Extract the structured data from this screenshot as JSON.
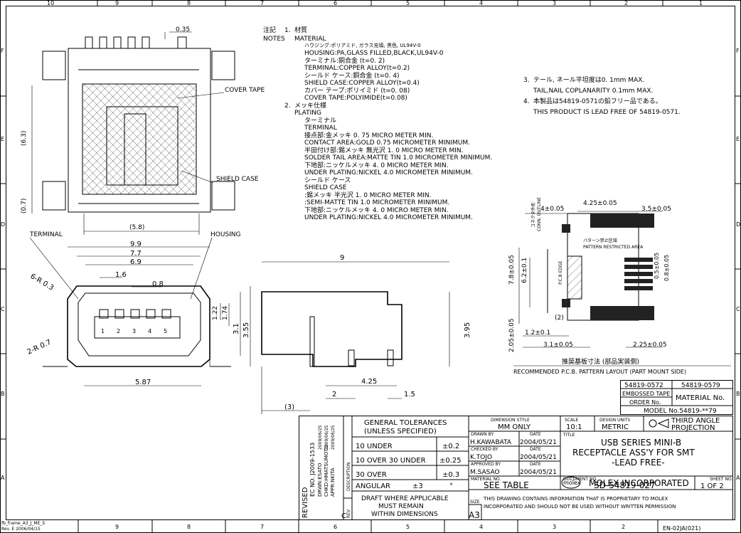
{
  "frame": {
    "cols_top": [
      "10",
      "9",
      "8",
      "7",
      "6",
      "5",
      "4",
      "3",
      "2",
      "1"
    ],
    "rows": [
      "F",
      "E",
      "D",
      "C",
      "B",
      "A"
    ],
    "frame_id": "fb_frame_A3_J_ME_S",
    "frame_rev": "Rev. E 2006/04/15",
    "form_no": "EN-02JA(021)"
  },
  "notes": {
    "header_jp": "注記",
    "header_en": "NOTES",
    "n1_num": "1.",
    "n1_jp": "材質",
    "n1_en": "MATERIAL",
    "n1_lines": [
      "ハウジング:ポリアミド, ガラス充填, 黒色, UL94V-0",
      "HOUSING:PA,GLASS FILLED,BLACK,UL94V-0",
      "ターミナル:銅合金 (t=0. 2)",
      "TERMINAL:COPPER ALLOY(t=0.2)",
      "シールド ケース:銅合金 (t=0. 4)",
      "SHIELD CASE:COPPER ALLOY(t=0.4)",
      "カバー テープ:ポリイミド (t=0. 08)",
      "COVER TAPE:POLYIMIDE(t=0.08)"
    ],
    "n2_num": "2.",
    "n2_jp": "メッキ仕様",
    "n2_en": "PLATING",
    "n2_lines": [
      "ターミナル",
      "TERMINAL",
      "接点部:金メッキ 0. 75 MICRO METER MIN.",
      "CONTACT AREA:GOLD 0.75 MICROMETER MINIMUM.",
      "半田付け部:錫メッキ 無光沢 1. 0 MICRO METER MIN.",
      "SOLDER TAIL AREA:MATTE TIN 1.0 MICROMETER MINIMUM.",
      "下地部:ニッケルメッキ 4. 0 MICRO METER MIN.",
      "UNDER PLATING:NICKEL 4.0 MICROMETER MINIMUM.",
      "シールド ケース",
      "SHIELD CASE",
      ":錫メッキ 半光沢 1. 0 MICRO METER MIN.",
      ":SEMI-MATTE TIN 1.0 MICROMETER MINIMUM.",
      "下地部:ニッケルメッキ 4. 0 MICRO METER MIN.",
      "UNDER PLATING:NICKEL 4.0 MICROMETER MINIMUM."
    ],
    "n3_num": "3.",
    "n3_jp": "テール, ネール平坦度は0. 1mm MAX.",
    "n3_en": "TAIL,NAIL COPLANARITY 0.1mm MAX.",
    "n4_num": "4.",
    "n4_jp": "本製品は54819-0571の鉛フリー品である。",
    "n4_en": "THIS PRODUCT IS LEAD FREE OF 54819-0571."
  },
  "top_view": {
    "dim_035": "0.35",
    "dim_63": "(6.3)",
    "dim_07": "(0.7)",
    "dim_58": "(5.8)",
    "label_cover_tape": "COVER TAPE",
    "label_shield_case": "SHIELD CASE"
  },
  "front_view": {
    "label_terminal": "TERMINAL",
    "label_housing": "HOUSING",
    "dim_99": "9.9",
    "dim_77": "7.7",
    "dim_69": "6.9",
    "dim_16": "1.6",
    "dim_08": "0.8",
    "dim_6r": "6-R 0.3",
    "dim_2r": "2-R 0.7",
    "dim_122": "1.22",
    "dim_174": "1.74",
    "dim_31": "3.1",
    "dim_355": "3.55",
    "dim_587": "5.87",
    "pins": [
      "1",
      "2",
      "3",
      "4",
      "5"
    ]
  },
  "side_view": {
    "dim_9": "9",
    "dim_395": "3.95",
    "dim_425": "4.25",
    "dim_2": "2",
    "dim_15": "1.5",
    "dim_3": "(3)"
  },
  "pcb_layout": {
    "dim_4": "4±0.05",
    "dim_425": "4.25±0.05",
    "dim_35": "3.5±0.05",
    "dim_78": "7.8±0.05",
    "dim_62": "6.2±0.1",
    "dim_05": "0.5±0.05",
    "dim_08": "0.8±0.05",
    "dim_2": "(2)",
    "dim_12": "1.2±0.1",
    "dim_205": "2.05±0.05",
    "dim_31": "3.1±0.05",
    "dim_225": "2.25±0.05",
    "label_jp": "推奨基板寸法 (部品実装側)",
    "label_en": "RECOMMENDED P.C.B. PATTERN LAYOUT (PART MOUNT SIDE)",
    "edge_jp": "コネクタ外形",
    "edge_en": "CONN. OUTLINE",
    "pcb_edge": "P.C.B EDGE",
    "pattern_jp": "パターン禁止区域",
    "pattern_en": "PATTERN RESTRICTED AREA"
  },
  "material_table": {
    "col1": "54819-0572",
    "col2": "54819-0579",
    "row_label1": "EMBOSSED TAPE",
    "row_label2": "ORDER No.",
    "material_no": "MATERIAL No.",
    "model_no": "MODEL No.54819-**79"
  },
  "title_block": {
    "revised": "REVISED",
    "ec_no": "EC NO. J2009-1533",
    "drwn": "DRWN:ESATO",
    "chkd": "CHKD:HMATSUMOTO",
    "appr": "APPR:NKITA",
    "rev_date1": "2009/06/25",
    "rev_date2": "2009/06/25",
    "rev_date3": "2009/06/25",
    "rev_letter": "C",
    "description": "DESCRIPTION",
    "rev": "REV",
    "gen_tol1": "GENERAL TOLERANCES",
    "gen_tol2": "(UNLESS SPECIFIED)",
    "tol_rows": [
      {
        "label": "10 UNDER",
        "value": "±0.2"
      },
      {
        "label": "10 OVER 30 UNDER",
        "value": "±0.25"
      },
      {
        "label": "30 OVER",
        "value": "±0.3"
      }
    ],
    "angular": "ANGULAR",
    "angular_val": "±3",
    "angular_unit": "°",
    "draft1": "DRAFT WHERE APPLICABLE",
    "draft2": "MUST REMAIN",
    "draft3": "WITHIN DIMENSIONS",
    "dim_style_label": "DIMENSION STYLE",
    "dim_style": "MM ONLY",
    "scale_label": "SCALE",
    "scale": "10:1",
    "units_label": "DESIGN UNITS",
    "units": "METRIC",
    "projection1": "THIRD ANGLE",
    "projection2": "PROJECTION",
    "drawn_by_label": "DRAWN BY",
    "drawn_by": "H.KAWABATA",
    "date_label": "DATE",
    "drawn_date": "2004/05/21",
    "checked_by_label": "CHECKED BY",
    "checked_by": "K.TOJO",
    "checked_date": "2004/05/21",
    "approved_by_label": "APPROVED BY",
    "approved_by": "M.SASAO",
    "approved_date": "2004/05/21",
    "title_label": "TITLE",
    "title1": "USB SERIES MINI-B",
    "title2": "RECEPTACLE ASS'Y FOR SMT",
    "title3": "-LEAD FREE-",
    "molex_logo": "molex",
    "company": "MOLEX INCORPORATED",
    "material_label": "MATERIAL NO.",
    "material_val": "SEE TABLE",
    "document_label": "DOCUMENT NO.",
    "document": "SD-54819-027",
    "sheet_label": "SHEET NO.",
    "sheet": "1 OF 2",
    "size_label": "SIZE",
    "size": "A3",
    "proprietary1": "THIS DRAWING CONTAINS INFORMATION THAT IS PROPRIETARY TO MOLEX",
    "proprietary2": "INCORPORATED AND SHOULD NOT BE USED WITHOUT WRITTEN PERMISSION"
  }
}
